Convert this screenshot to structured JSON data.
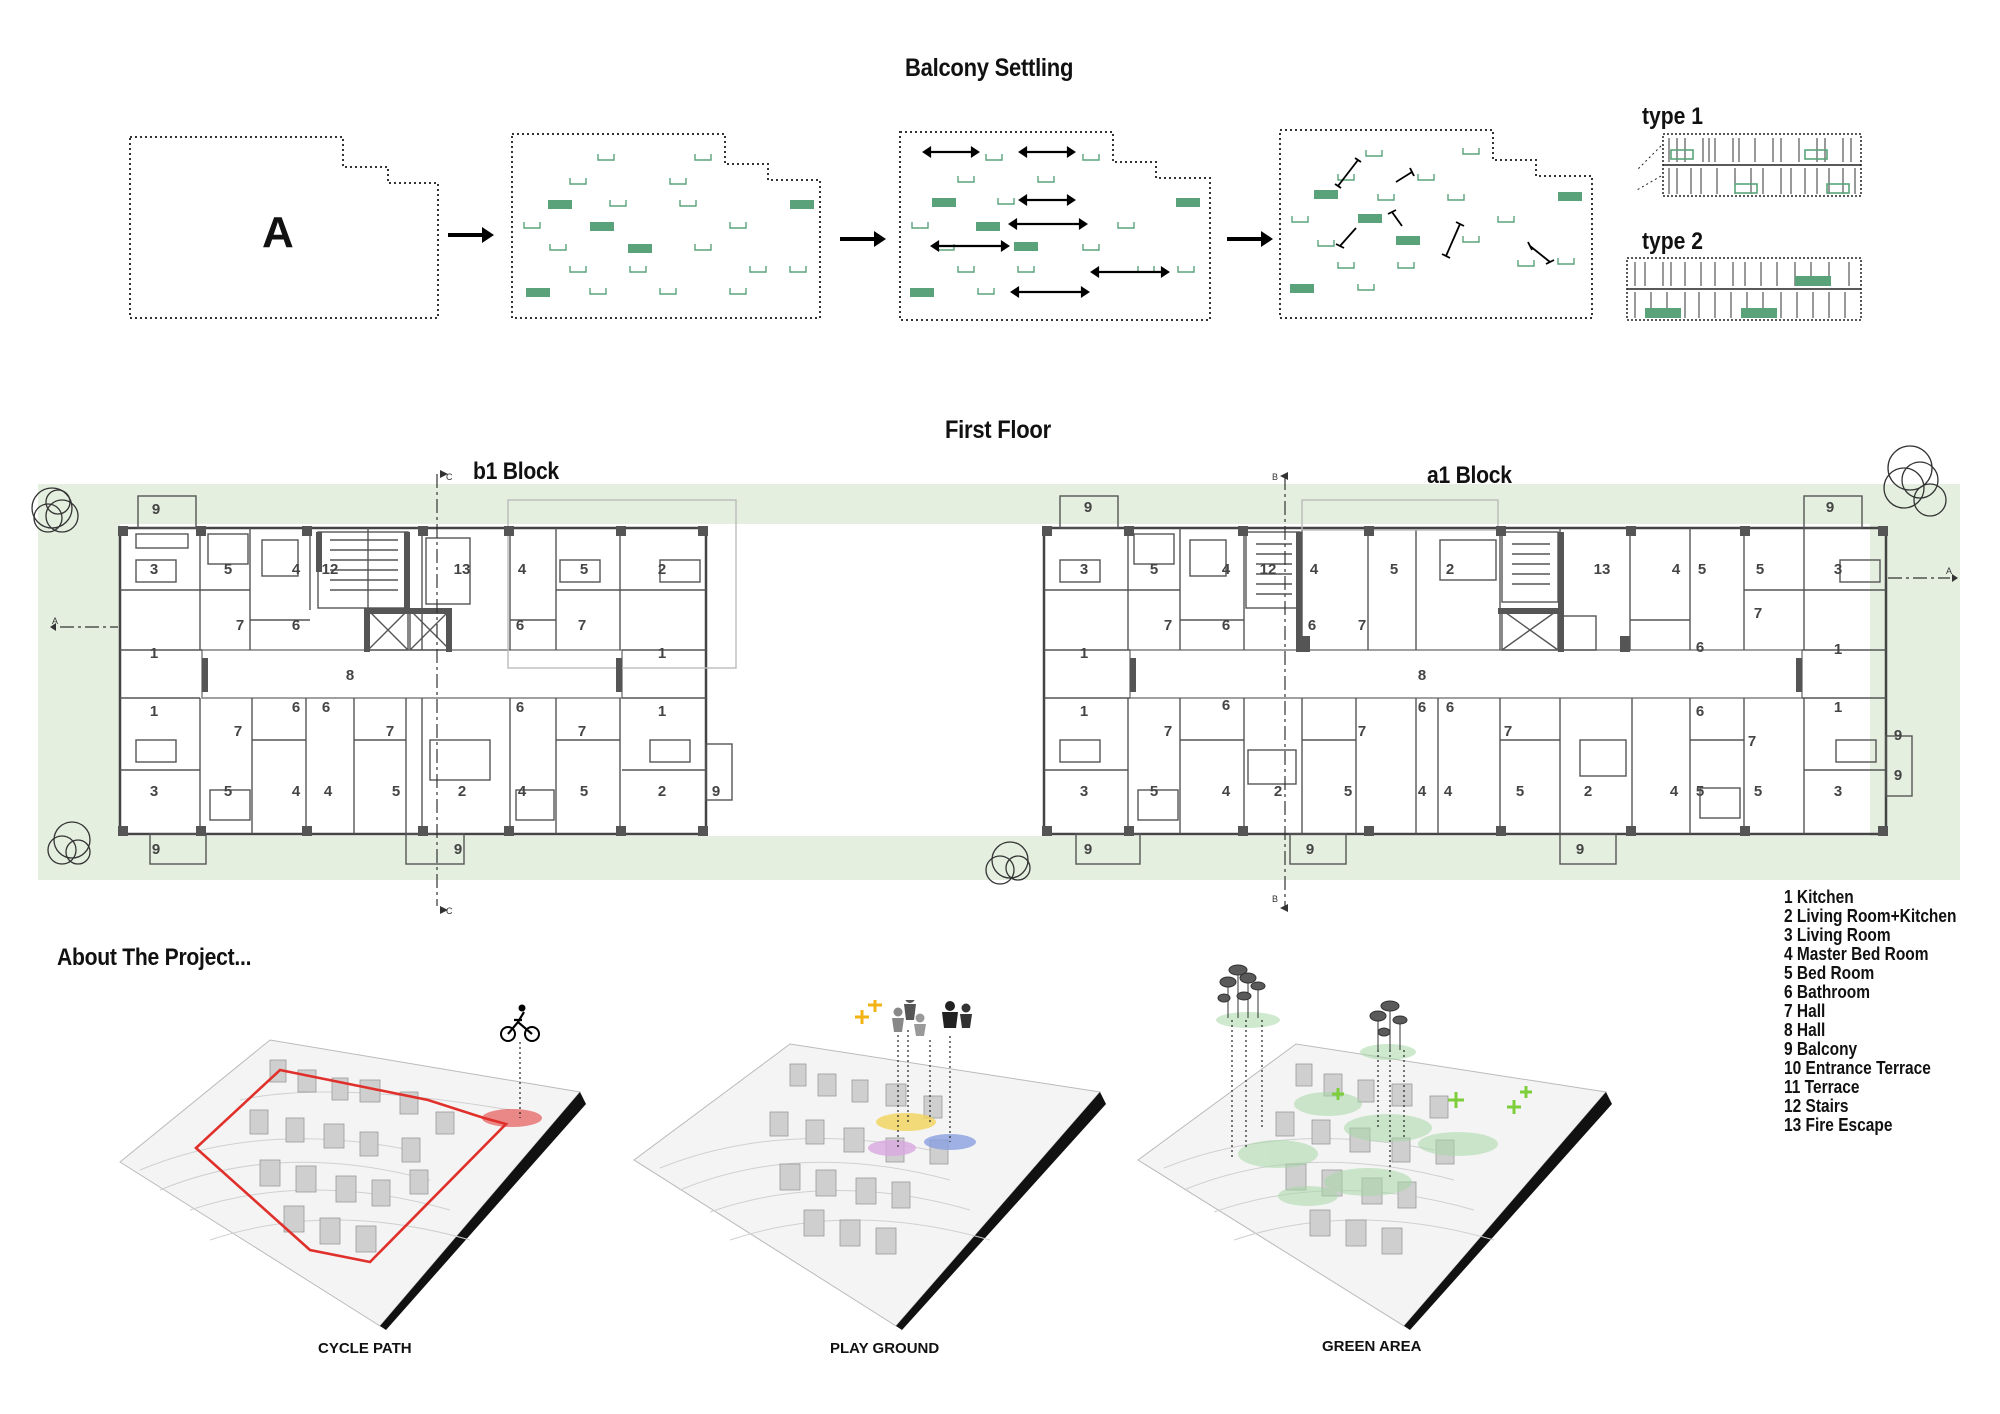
{
  "balcony": {
    "title": "Balcony Settling",
    "letter": "A",
    "type1": "type 1",
    "type2": "type 2"
  },
  "floor": {
    "title": "First Floor",
    "block_left": "b1 Block",
    "block_right": "a1 Block",
    "section_marks": [
      "C",
      "C",
      "B",
      "B",
      "A",
      "A"
    ]
  },
  "about": {
    "title": "About The Project...",
    "captions": [
      "CYCLE PATH",
      "PLAY GROUND",
      "GREEN AREA"
    ]
  },
  "legend": [
    "1 Kitchen",
    "2 Living Room+Kitchen",
    "3 Living Room",
    "4 Master Bed Room",
    "5 Bed Room",
    "6 Bathroom",
    "7 Hall",
    "8 Hall",
    "9 Balcony",
    "10 Entrance Terrace",
    "11 Terrace",
    "12 Stairs",
    "13 Fire Escape"
  ],
  "room_numbers": {
    "b1": [
      "9",
      "3",
      "5",
      "4",
      "12",
      "13",
      "4",
      "5",
      "2",
      "7",
      "6",
      "6",
      "7",
      "1",
      "1",
      "8",
      "1",
      "6",
      "6",
      "6",
      "1",
      "7",
      "7",
      "7",
      "3",
      "5",
      "4",
      "4",
      "5",
      "2",
      "4",
      "5",
      "2",
      "9",
      "9",
      "9"
    ],
    "a1": [
      "9",
      "9",
      "3",
      "5",
      "4",
      "12",
      "4",
      "5",
      "2",
      "13",
      "4",
      "5",
      "5",
      "3",
      "7",
      "6",
      "6",
      "7",
      "7",
      "6",
      "1",
      "1",
      "8",
      "1",
      "6",
      "1",
      "6",
      "6",
      "6",
      "7",
      "7",
      "7",
      "7",
      "3",
      "5",
      "4",
      "2",
      "5",
      "4",
      "4",
      "5",
      "2",
      "4",
      "5",
      "5",
      "3",
      "9",
      "9",
      "9",
      "9",
      "9"
    ]
  },
  "colors": {
    "green_band": "#e4efe0",
    "balcony_green": "#5aa37a",
    "red_path": "#e0302b",
    "yellow_plus": "#f2b316",
    "green_plus": "#7ccf3b"
  },
  "icons": [
    "cyclist-icon",
    "children-icon",
    "tree-icon",
    "plus-icon"
  ]
}
